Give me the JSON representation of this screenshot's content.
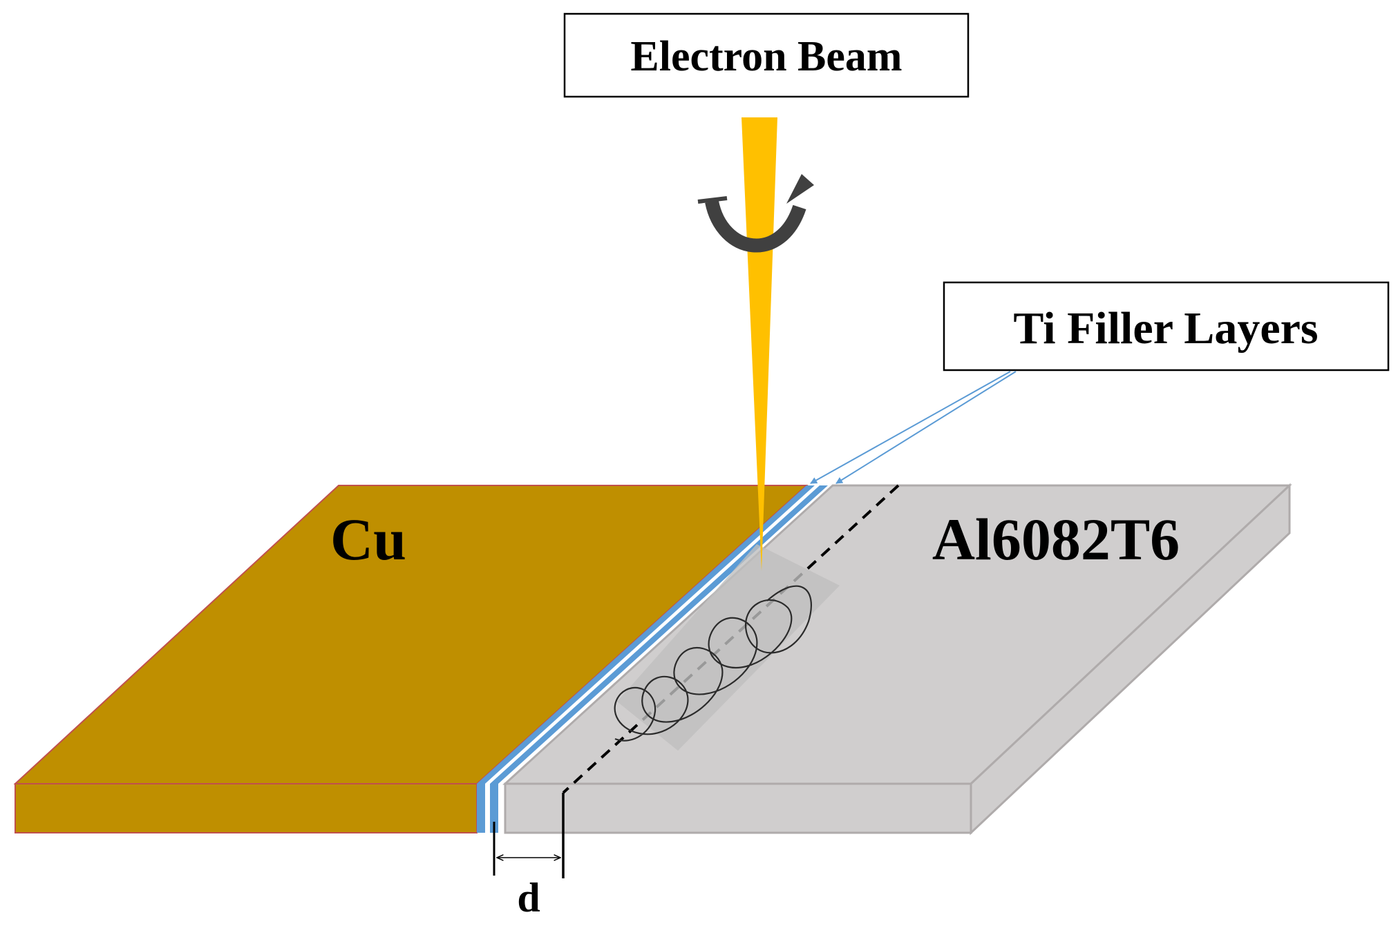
{
  "labels": {
    "electron_beam": "Electron Beam",
    "ti_filler_layers": "Ti Filler Layers",
    "cu": "Cu",
    "al": "Al6082T6",
    "d": "d"
  },
  "colors": {
    "copper": "#BF8F00",
    "copper_edge": "#C0504D",
    "aluminium": "#D0CECE",
    "aluminium_edge": "#AFABAB",
    "ti_layer": "#5B9BD5",
    "beam": "#FFC000",
    "pointer": "#5B9BD5",
    "rotation_arrow": "#404040",
    "scan_region": "#BFBFBF"
  }
}
